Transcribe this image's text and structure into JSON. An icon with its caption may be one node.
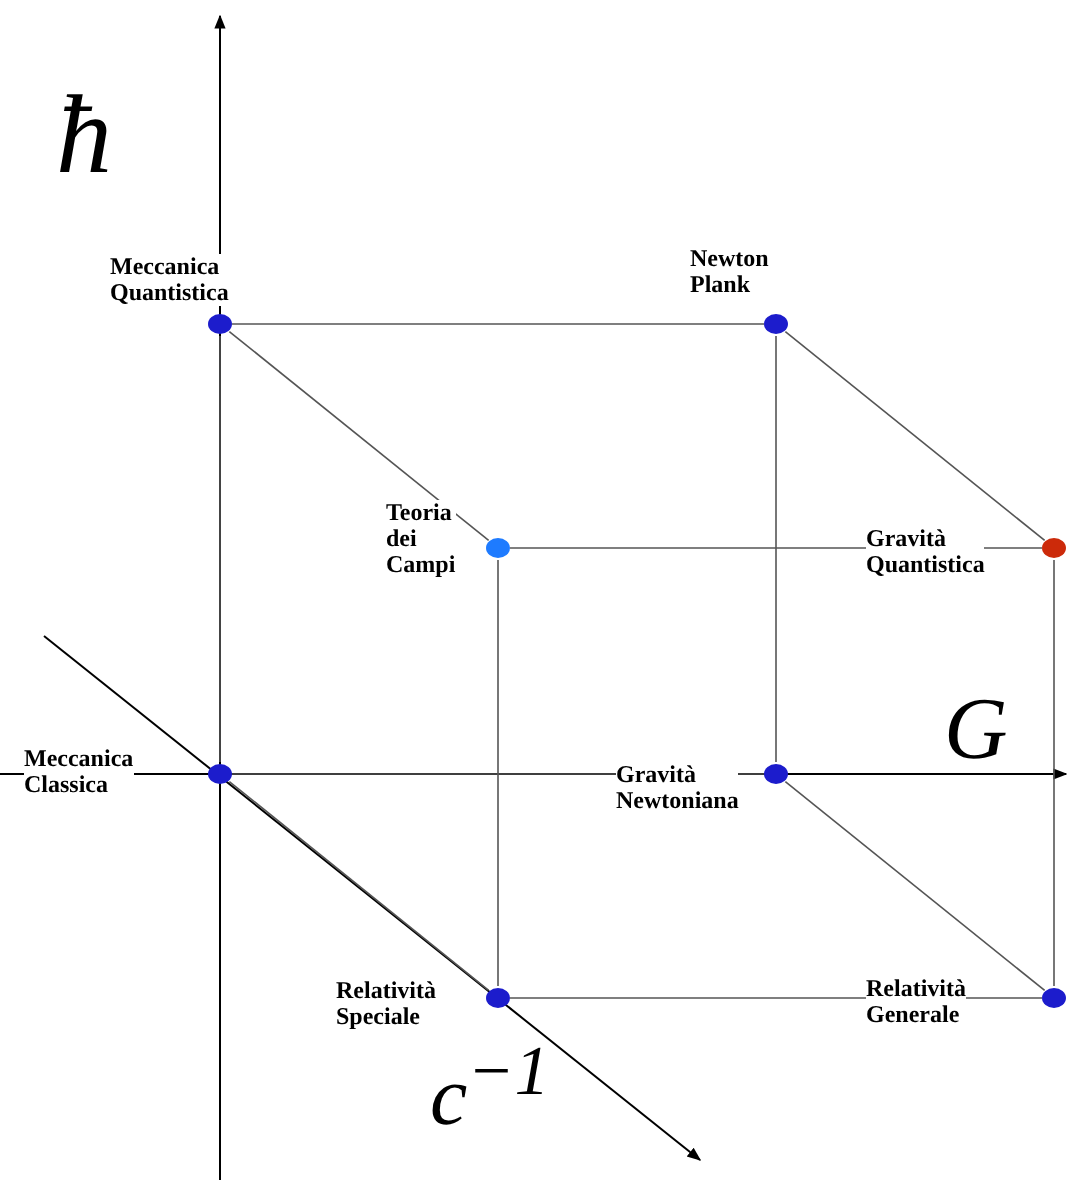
{
  "diagram": {
    "nodes": [
      {
        "text": [
          "Meccanica Quantistica"
        ]
      },
      {
        "text": [
          "Newton Plank"
        ]
      },
      {
        "text": [
          "Teoria dei Campi"
        ]
      },
      {
        "text": [
          "Gravità Quantistica"
        ]
      },
      {
        "text": [
          "Meccanica Classica"
        ]
      },
      {
        "text": [
          "Gravità Newtoniana"
        ]
      },
      {
        "text": [
          "Relatività Speciale"
        ]
      },
      {
        "text": [
          "Relatività Generale"
        ]
      }
    ],
    "edges": [
      {
        "from": 0,
        "to": 1,
        "arrow": "none"
      },
      {
        "from": 0,
        "to": 2,
        "arrow": "none"
      },
      {
        "from": 1,
        "to": 3,
        "arrow": "none"
      },
      {
        "from": 2,
        "to": 3,
        "arrow": "none"
      },
      {
        "from": 0,
        "to": 4,
        "arrow": "none"
      },
      {
        "from": 1,
        "to": 5,
        "arrow": "none"
      },
      {
        "from": 2,
        "to": 6,
        "arrow": "none"
      },
      {
        "from": 3,
        "to": 7,
        "arrow": "none"
      },
      {
        "from": 4,
        "to": 5,
        "arrow": "none"
      },
      {
        "from": 4,
        "to": 6,
        "arrow": "none"
      },
      {
        "from": 5,
        "to": 7,
        "arrow": "none"
      },
      {
        "from": 6,
        "to": 7,
        "arrow": "none"
      }
    ],
    "labels": [
      "ħ",
      "G",
      "c$^{−1}$"
    ]
  }
}
